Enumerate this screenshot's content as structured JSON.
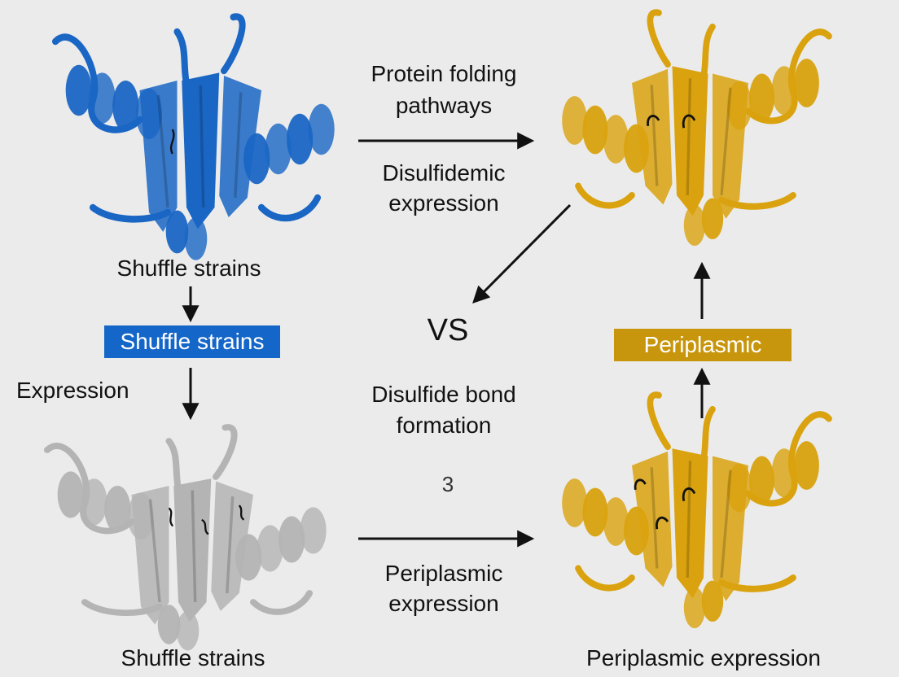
{
  "colors": {
    "blue_protein": "#1a66c4",
    "gray_protein": "#b4b4b4",
    "gold_protein": "#d9a20e",
    "blue_box": "#1466c8",
    "gold_box": "#c8960c",
    "arrow": "#111111",
    "background": "#ebebeb"
  },
  "labels": {
    "top_left_caption": "Shuffle strains",
    "blue_box": "Shuffle strains",
    "expression_side": "Expression",
    "bottom_left_caption": "Shuffle strains",
    "center_top_line1": "Protein folding",
    "center_top_line2": "pathways",
    "center_mid_line1": "Disulfidemic",
    "center_mid_line2": "expression",
    "vs": "VS",
    "center_lower_line1": "Disulfide bond",
    "center_lower_line2": "formation",
    "center_glyph": "3",
    "center_bottom_line1": "Periplasmic",
    "center_bottom_line2": "expression",
    "gold_box": "Periplasmic",
    "bottom_right_caption": "Periplasmic expression"
  },
  "structures": {
    "top_left": "blue protein ribbon",
    "bottom_left": "gray protein ribbon",
    "top_right": "gold protein ribbon",
    "bottom_right": "gold protein ribbon"
  }
}
